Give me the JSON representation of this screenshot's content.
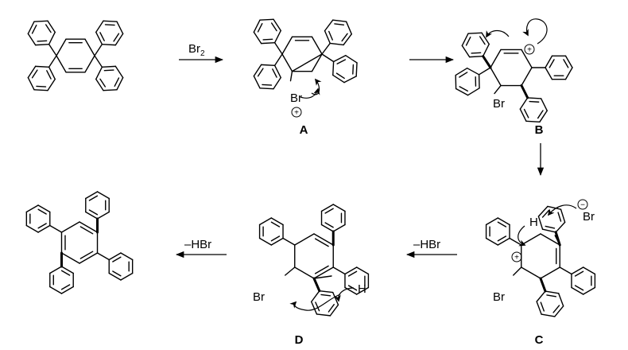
{
  "step1": {
    "reagent": "Br",
    "reagent_sub": "2"
  },
  "step4": {
    "reagent": "–HBr"
  },
  "step5": {
    "reagent": "–HBr"
  },
  "labels": {
    "A": "A",
    "B": "B",
    "C": "C",
    "D": "D"
  },
  "atoms": {
    "bromine": "Br",
    "hydrogen": "H",
    "bromide": "Br"
  },
  "charges": {
    "plus": "+",
    "minus": "−"
  }
}
